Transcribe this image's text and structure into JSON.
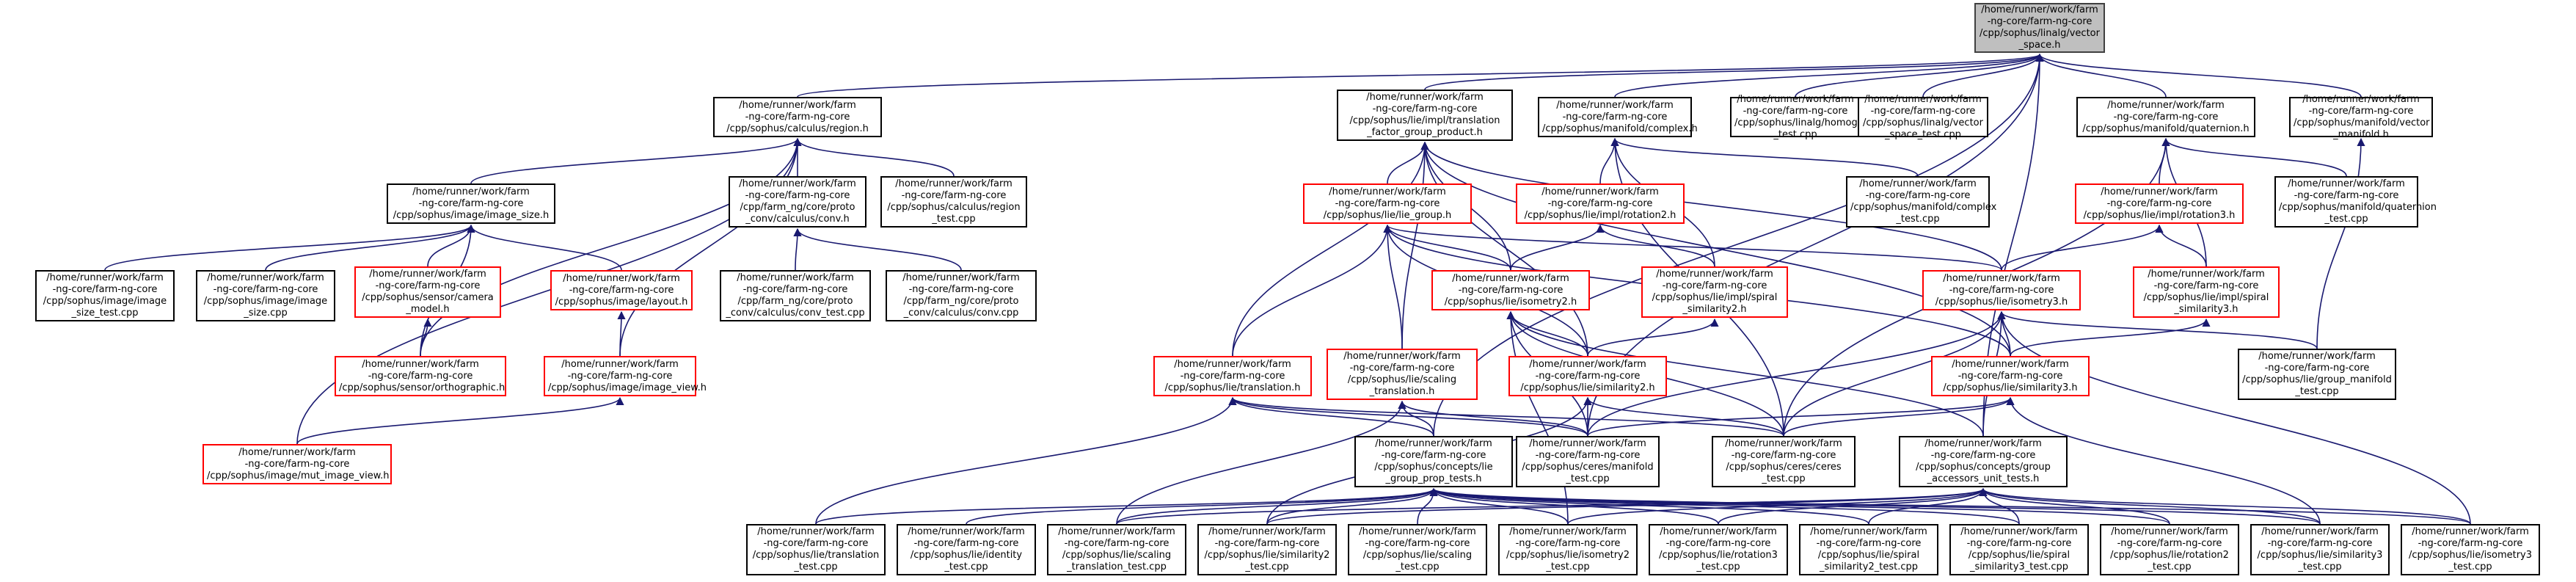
{
  "colors": {
    "edge": "#191970",
    "node_border": "#000000",
    "root_fill": "#bfbfbf",
    "red_border": "#ff0000"
  },
  "nodes": [
    {
      "id": "n0",
      "lines": [
        "/home/runner/work/farm",
        "-ng-core/farm-ng-core",
        "/cpp/sophus/linalg/vector",
        "_space.h"
      ],
      "style": "root"
    },
    {
      "id": "n1",
      "lines": [
        "/home/runner/work/farm",
        "-ng-core/farm-ng-core",
        "/cpp/sophus/calculus/region.h"
      ],
      "style": "black"
    },
    {
      "id": "n2",
      "lines": [
        "/home/runner/work/farm",
        "-ng-core/farm-ng-core",
        "/cpp/sophus/lie/impl/translation",
        "_factor_group_product.h"
      ],
      "style": "black"
    },
    {
      "id": "n3",
      "lines": [
        "/home/runner/work/farm",
        "-ng-core/farm-ng-core",
        "/cpp/sophus/manifold/complex.h"
      ],
      "style": "black"
    },
    {
      "id": "n4",
      "lines": [
        "/home/runner/work/farm",
        "-ng-core/farm-ng-core",
        "/cpp/sophus/linalg/homogeneous",
        "_test.cpp"
      ],
      "style": "black"
    },
    {
      "id": "n5",
      "lines": [
        "/home/runner/work/farm",
        "-ng-core/farm-ng-core",
        "/cpp/sophus/linalg/vector",
        "_space_test.cpp"
      ],
      "style": "black"
    },
    {
      "id": "n6",
      "lines": [
        "/home/runner/work/farm",
        "-ng-core/farm-ng-core",
        "/cpp/sophus/manifold/quaternion.h"
      ],
      "style": "black"
    },
    {
      "id": "n7",
      "lines": [
        "/home/runner/work/farm",
        "-ng-core/farm-ng-core",
        "/cpp/sophus/manifold/vector",
        "_manifold.h"
      ],
      "style": "black"
    },
    {
      "id": "n8",
      "lines": [
        "/home/runner/work/farm",
        "-ng-core/farm-ng-core",
        "/cpp/sophus/image/image_size.h"
      ],
      "style": "black"
    },
    {
      "id": "n9",
      "lines": [
        "/home/runner/work/farm",
        "-ng-core/farm-ng-core",
        "/cpp/farm_ng/core/proto",
        "_conv/calculus/conv.h"
      ],
      "style": "black"
    },
    {
      "id": "n10",
      "lines": [
        "/home/runner/work/farm",
        "-ng-core/farm-ng-core",
        "/cpp/sophus/calculus/region",
        "_test.cpp"
      ],
      "style": "black"
    },
    {
      "id": "n11",
      "lines": [
        "/home/runner/work/farm",
        "-ng-core/farm-ng-core",
        "/cpp/sophus/lie/lie_group.h"
      ],
      "style": "red"
    },
    {
      "id": "n12",
      "lines": [
        "/home/runner/work/farm",
        "-ng-core/farm-ng-core",
        "/cpp/sophus/lie/impl/rotation2.h"
      ],
      "style": "red"
    },
    {
      "id": "n13",
      "lines": [
        "/home/runner/work/farm",
        "-ng-core/farm-ng-core",
        "/cpp/sophus/manifold/complex",
        "_test.cpp"
      ],
      "style": "black"
    },
    {
      "id": "n14",
      "lines": [
        "/home/runner/work/farm",
        "-ng-core/farm-ng-core",
        "/cpp/sophus/lie/impl/rotation3.h"
      ],
      "style": "red"
    },
    {
      "id": "n15",
      "lines": [
        "/home/runner/work/farm",
        "-ng-core/farm-ng-core",
        "/cpp/sophus/manifold/quaternion",
        "_test.cpp"
      ],
      "style": "black"
    },
    {
      "id": "n16",
      "lines": [
        "/home/runner/work/farm",
        "-ng-core/farm-ng-core",
        "/cpp/sophus/image/image",
        "_size_test.cpp"
      ],
      "style": "black"
    },
    {
      "id": "n17",
      "lines": [
        "/home/runner/work/farm",
        "-ng-core/farm-ng-core",
        "/cpp/sophus/image/image",
        "_size.cpp"
      ],
      "style": "black"
    },
    {
      "id": "n18",
      "lines": [
        "/home/runner/work/farm",
        "-ng-core/farm-ng-core",
        "/cpp/sophus/sensor/camera",
        "_model.h"
      ],
      "style": "red"
    },
    {
      "id": "n19",
      "lines": [
        "/home/runner/work/farm",
        "-ng-core/farm-ng-core",
        "/cpp/sophus/image/layout.h"
      ],
      "style": "red"
    },
    {
      "id": "n20",
      "lines": [
        "/home/runner/work/farm",
        "-ng-core/farm-ng-core",
        "/cpp/farm_ng/core/proto",
        "_conv/calculus/conv_test.cpp"
      ],
      "style": "black"
    },
    {
      "id": "n21",
      "lines": [
        "/home/runner/work/farm",
        "-ng-core/farm-ng-core",
        "/cpp/farm_ng/core/proto",
        "_conv/calculus/conv.cpp"
      ],
      "style": "black"
    },
    {
      "id": "n22",
      "lines": [
        "/home/runner/work/farm",
        "-ng-core/farm-ng-core",
        "/cpp/sophus/lie/isometry2.h"
      ],
      "style": "red"
    },
    {
      "id": "n23",
      "lines": [
        "/home/runner/work/farm",
        "-ng-core/farm-ng-core",
        "/cpp/sophus/lie/impl/spiral",
        "_similarity2.h"
      ],
      "style": "red"
    },
    {
      "id": "n24",
      "lines": [
        "/home/runner/work/farm",
        "-ng-core/farm-ng-core",
        "/cpp/sophus/lie/isometry3.h"
      ],
      "style": "red"
    },
    {
      "id": "n25",
      "lines": [
        "/home/runner/work/farm",
        "-ng-core/farm-ng-core",
        "/cpp/sophus/lie/impl/spiral",
        "_similarity3.h"
      ],
      "style": "red"
    },
    {
      "id": "n26",
      "lines": [
        "/home/runner/work/farm",
        "-ng-core/farm-ng-core",
        "/cpp/sophus/sensor/orthographic.h"
      ],
      "style": "red"
    },
    {
      "id": "n27",
      "lines": [
        "/home/runner/work/farm",
        "-ng-core/farm-ng-core",
        "/cpp/sophus/image/image_view.h"
      ],
      "style": "red"
    },
    {
      "id": "n28",
      "lines": [
        "/home/runner/work/farm",
        "-ng-core/farm-ng-core",
        "/cpp/sophus/lie/translation.h"
      ],
      "style": "red"
    },
    {
      "id": "n29",
      "lines": [
        "/home/runner/work/farm",
        "-ng-core/farm-ng-core",
        "/cpp/sophus/lie/scaling",
        "_translation.h"
      ],
      "style": "red"
    },
    {
      "id": "n30",
      "lines": [
        "/home/runner/work/farm",
        "-ng-core/farm-ng-core",
        "/cpp/sophus/lie/similarity2.h"
      ],
      "style": "red"
    },
    {
      "id": "n31",
      "lines": [
        "/home/runner/work/farm",
        "-ng-core/farm-ng-core",
        "/cpp/sophus/lie/similarity3.h"
      ],
      "style": "red"
    },
    {
      "id": "n32",
      "lines": [
        "/home/runner/work/farm",
        "-ng-core/farm-ng-core",
        "/cpp/sophus/lie/group_manifold",
        "_test.cpp"
      ],
      "style": "black"
    },
    {
      "id": "n33",
      "lines": [
        "/home/runner/work/farm",
        "-ng-core/farm-ng-core",
        "/cpp/sophus/image/mut_image_view.h"
      ],
      "style": "red"
    },
    {
      "id": "n34",
      "lines": [
        "/home/runner/work/farm",
        "-ng-core/farm-ng-core",
        "/cpp/sophus/concepts/lie",
        "_group_prop_tests.h"
      ],
      "style": "black"
    },
    {
      "id": "n35",
      "lines": [
        "/home/runner/work/farm",
        "-ng-core/farm-ng-core",
        "/cpp/sophus/ceres/manifold",
        "_test.cpp"
      ],
      "style": "black"
    },
    {
      "id": "n36",
      "lines": [
        "/home/runner/work/farm",
        "-ng-core/farm-ng-core",
        "/cpp/sophus/ceres/ceres",
        "_test.cpp"
      ],
      "style": "black"
    },
    {
      "id": "n37",
      "lines": [
        "/home/runner/work/farm",
        "-ng-core/farm-ng-core",
        "/cpp/sophus/concepts/group",
        "_accessors_unit_tests.h"
      ],
      "style": "black"
    },
    {
      "id": "n38",
      "lines": [
        "/home/runner/work/farm",
        "-ng-core/farm-ng-core",
        "/cpp/sophus/lie/translation",
        "_test.cpp"
      ],
      "style": "black"
    },
    {
      "id": "n39",
      "lines": [
        "/home/runner/work/farm",
        "-ng-core/farm-ng-core",
        "/cpp/sophus/lie/identity",
        "_test.cpp"
      ],
      "style": "black"
    },
    {
      "id": "n40",
      "lines": [
        "/home/runner/work/farm",
        "-ng-core/farm-ng-core",
        "/cpp/sophus/lie/scaling",
        "_translation_test.cpp"
      ],
      "style": "black"
    },
    {
      "id": "n41",
      "lines": [
        "/home/runner/work/farm",
        "-ng-core/farm-ng-core",
        "/cpp/sophus/lie/similarity2",
        "_test.cpp"
      ],
      "style": "black"
    },
    {
      "id": "n42",
      "lines": [
        "/home/runner/work/farm",
        "-ng-core/farm-ng-core",
        "/cpp/sophus/lie/scaling",
        "_test.cpp"
      ],
      "style": "black"
    },
    {
      "id": "n43",
      "lines": [
        "/home/runner/work/farm",
        "-ng-core/farm-ng-core",
        "/cpp/sophus/lie/isometry2",
        "_test.cpp"
      ],
      "style": "black"
    },
    {
      "id": "n44",
      "lines": [
        "/home/runner/work/farm",
        "-ng-core/farm-ng-core",
        "/cpp/sophus/lie/rotation3",
        "_test.cpp"
      ],
      "style": "black"
    },
    {
      "id": "n45",
      "lines": [
        "/home/runner/work/farm",
        "-ng-core/farm-ng-core",
        "/cpp/sophus/lie/spiral",
        "_similarity2_test.cpp"
      ],
      "style": "black"
    },
    {
      "id": "n46",
      "lines": [
        "/home/runner/work/farm",
        "-ng-core/farm-ng-core",
        "/cpp/sophus/lie/spiral",
        "_similarity3_test.cpp"
      ],
      "style": "black"
    },
    {
      "id": "n47",
      "lines": [
        "/home/runner/work/farm",
        "-ng-core/farm-ng-core",
        "/cpp/sophus/lie/rotation2",
        "_test.cpp"
      ],
      "style": "black"
    },
    {
      "id": "n48",
      "lines": [
        "/home/runner/work/farm",
        "-ng-core/farm-ng-core",
        "/cpp/sophus/lie/similarity3",
        "_test.cpp"
      ],
      "style": "black"
    },
    {
      "id": "n49",
      "lines": [
        "/home/runner/work/farm",
        "-ng-core/farm-ng-core",
        "/cpp/sophus/lie/isometry3",
        "_test.cpp"
      ],
      "style": "black"
    }
  ],
  "edges": [
    [
      "n1",
      "n0"
    ],
    [
      "n2",
      "n0"
    ],
    [
      "n3",
      "n0"
    ],
    [
      "n4",
      "n0"
    ],
    [
      "n5",
      "n0"
    ],
    [
      "n6",
      "n0"
    ],
    [
      "n7",
      "n0"
    ],
    [
      "n34",
      "n0"
    ],
    [
      "n35",
      "n0"
    ],
    [
      "n37",
      "n0"
    ],
    [
      "n8",
      "n1"
    ],
    [
      "n9",
      "n1"
    ],
    [
      "n10",
      "n1"
    ],
    [
      "n26",
      "n1"
    ],
    [
      "n27",
      "n1"
    ],
    [
      "n33",
      "n1"
    ],
    [
      "n16",
      "n8"
    ],
    [
      "n17",
      "n8"
    ],
    [
      "n18",
      "n8"
    ],
    [
      "n19",
      "n8"
    ],
    [
      "n26",
      "n8"
    ],
    [
      "n26",
      "n18"
    ],
    [
      "n27",
      "n19"
    ],
    [
      "n33",
      "n27"
    ],
    [
      "n20",
      "n9"
    ],
    [
      "n21",
      "n9"
    ],
    [
      "n11",
      "n2"
    ],
    [
      "n22",
      "n2"
    ],
    [
      "n24",
      "n2"
    ],
    [
      "n28",
      "n2"
    ],
    [
      "n29",
      "n2"
    ],
    [
      "n30",
      "n2"
    ],
    [
      "n31",
      "n2"
    ],
    [
      "n12",
      "n3"
    ],
    [
      "n13",
      "n3"
    ],
    [
      "n23",
      "n3"
    ],
    [
      "n36",
      "n3"
    ],
    [
      "n14",
      "n6"
    ],
    [
      "n15",
      "n6"
    ],
    [
      "n25",
      "n6"
    ],
    [
      "n36",
      "n6"
    ],
    [
      "n32",
      "n7"
    ],
    [
      "n22",
      "n11"
    ],
    [
      "n24",
      "n11"
    ],
    [
      "n28",
      "n11"
    ],
    [
      "n29",
      "n11"
    ],
    [
      "n30",
      "n11"
    ],
    [
      "n31",
      "n11"
    ],
    [
      "n22",
      "n12"
    ],
    [
      "n23",
      "n12"
    ],
    [
      "n24",
      "n14"
    ],
    [
      "n25",
      "n14"
    ],
    [
      "n30",
      "n22"
    ],
    [
      "n35",
      "n22"
    ],
    [
      "n36",
      "n22"
    ],
    [
      "n37",
      "n22"
    ],
    [
      "n43",
      "n22"
    ],
    [
      "n30",
      "n23"
    ],
    [
      "n31",
      "n24"
    ],
    [
      "n32",
      "n24"
    ],
    [
      "n35",
      "n24"
    ],
    [
      "n36",
      "n24"
    ],
    [
      "n37",
      "n24"
    ],
    [
      "n49",
      "n24"
    ],
    [
      "n31",
      "n25"
    ],
    [
      "n34",
      "n28"
    ],
    [
      "n35",
      "n28"
    ],
    [
      "n36",
      "n28"
    ],
    [
      "n38",
      "n28"
    ],
    [
      "n34",
      "n29"
    ],
    [
      "n35",
      "n29"
    ],
    [
      "n40",
      "n29"
    ],
    [
      "n35",
      "n30"
    ],
    [
      "n36",
      "n30"
    ],
    [
      "n41",
      "n30"
    ],
    [
      "n35",
      "n31"
    ],
    [
      "n36",
      "n31"
    ],
    [
      "n48",
      "n31"
    ],
    [
      "n38",
      "n34"
    ],
    [
      "n39",
      "n34"
    ],
    [
      "n40",
      "n34"
    ],
    [
      "n41",
      "n34"
    ],
    [
      "n42",
      "n34"
    ],
    [
      "n43",
      "n34"
    ],
    [
      "n44",
      "n34"
    ],
    [
      "n45",
      "n34"
    ],
    [
      "n46",
      "n34"
    ],
    [
      "n47",
      "n34"
    ],
    [
      "n48",
      "n34"
    ],
    [
      "n49",
      "n34"
    ],
    [
      "n40",
      "n37"
    ],
    [
      "n41",
      "n37"
    ],
    [
      "n43",
      "n37"
    ],
    [
      "n44",
      "n37"
    ],
    [
      "n45",
      "n37"
    ],
    [
      "n46",
      "n37"
    ],
    [
      "n47",
      "n37"
    ],
    [
      "n48",
      "n37"
    ],
    [
      "n49",
      "n37"
    ]
  ]
}
